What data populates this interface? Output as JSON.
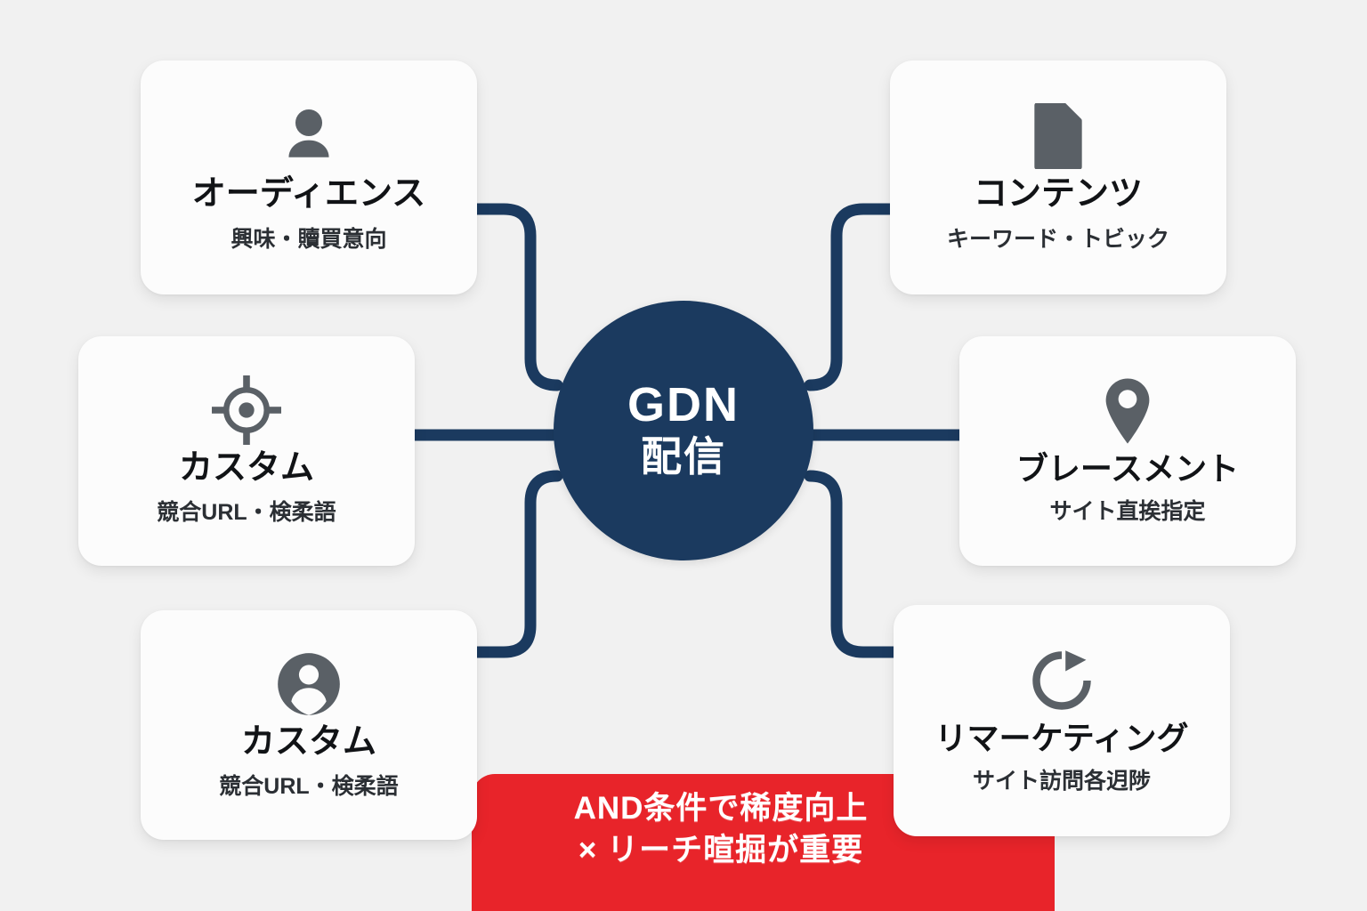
{
  "hub": {
    "main_label": "GDN",
    "sub_label": "配信",
    "color": "#1b3a5f"
  },
  "banner": {
    "color": "#e8242a",
    "line1": "AND条件で稀度向上",
    "line2": "× リーチ暄掘が重要"
  },
  "cards": [
    {
      "id": "audience",
      "icon": "person-icon",
      "title": "オーディエンス",
      "subtitle": "興味・贖買意向",
      "position": "top-left"
    },
    {
      "id": "content",
      "icon": "document-icon",
      "title": "コンテンツ",
      "subtitle": "キーワード・トビック",
      "position": "top-right"
    },
    {
      "id": "custom-mid",
      "icon": "crosshair-target-icon",
      "title": "カスタム",
      "subtitle": "競合URL・検柔語",
      "position": "middle-left"
    },
    {
      "id": "placement",
      "icon": "map-pin-icon",
      "title": "ブレースメント",
      "subtitle": "サイト直挨指定",
      "position": "middle-right"
    },
    {
      "id": "custom-bot",
      "icon": "person-circle-icon",
      "title": "カスタム",
      "subtitle": "競合URL・検柔語",
      "position": "bottom-left"
    },
    {
      "id": "remarketing",
      "icon": "refresh-icon",
      "title": "リマーケティング",
      "subtitle": "サイト訪問各迌陟",
      "position": "bottom-right"
    }
  ],
  "connector_color": "#1b3a5f",
  "background_color": "#f1f1f1"
}
